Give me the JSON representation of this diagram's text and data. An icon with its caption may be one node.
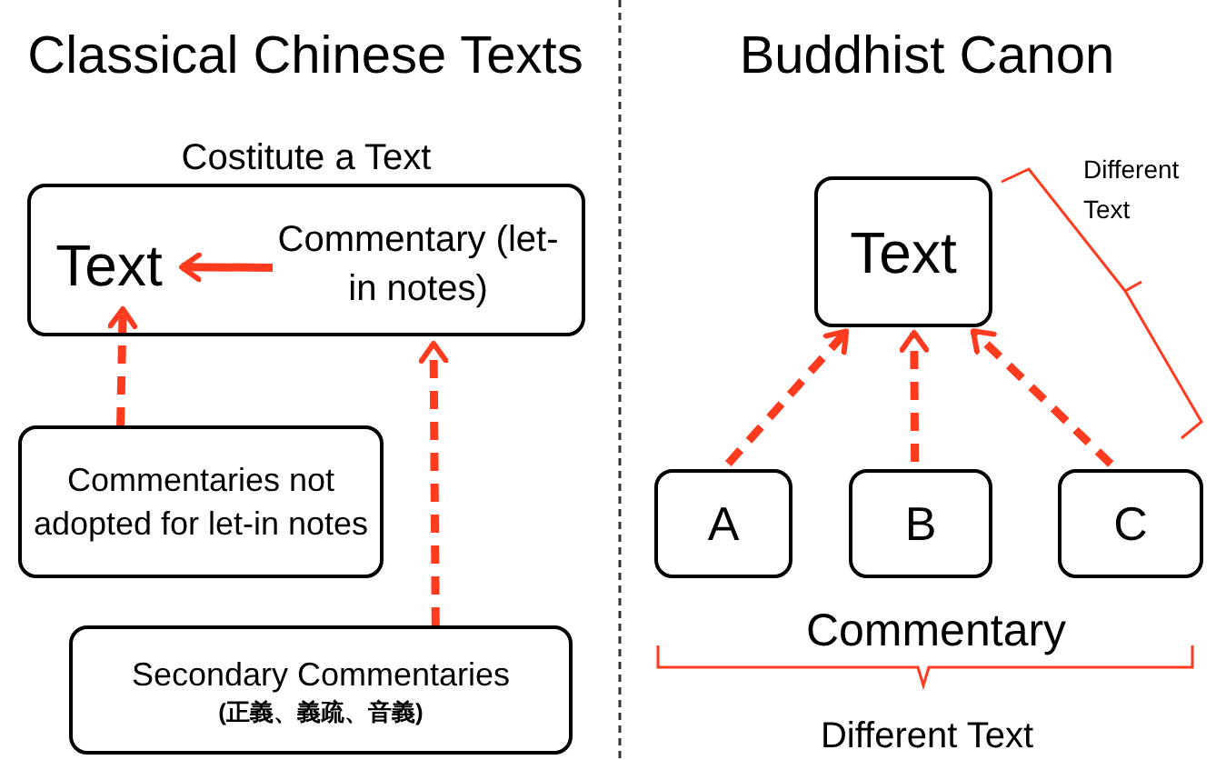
{
  "diagram": {
    "nodes": [
      {
        "text": [
          "Costitute a Text"
        ]
      },
      {
        "text": [
          "Text"
        ],
        "in": 0
      },
      {
        "text": [
          "Commentary (let-in notes)"
        ],
        "in": 0
      },
      {
        "text": [
          "Commentaries not adopted for let-in notes"
        ]
      },
      {
        "text": [
          "Secondary Commentaries",
          "(正義、義疏、音義)"
        ]
      },
      {
        "text": [
          "Text"
        ]
      },
      {
        "text": [
          "A"
        ]
      },
      {
        "text": [
          "B"
        ]
      },
      {
        "text": [
          "C"
        ]
      }
    ],
    "edges": [
      {
        "from": 2,
        "to": 1,
        "arrow": "to"
      },
      {
        "from": 3,
        "to": 1,
        "arrow": "to",
        "style": "dashed"
      },
      {
        "from": 4,
        "to": 0,
        "arrow": "to",
        "style": "dashed"
      },
      {
        "from": 6,
        "to": 5,
        "arrow": "to",
        "style": "dashed"
      },
      {
        "from": 7,
        "to": 5,
        "arrow": "to",
        "style": "dashed"
      },
      {
        "from": 8,
        "to": 5,
        "arrow": "to",
        "style": "dashed"
      }
    ],
    "labels": [
      "Classical Chinese Texts",
      "Buddhist Canon",
      "Different Text",
      "Commentary",
      "Different Text"
    ]
  }
}
